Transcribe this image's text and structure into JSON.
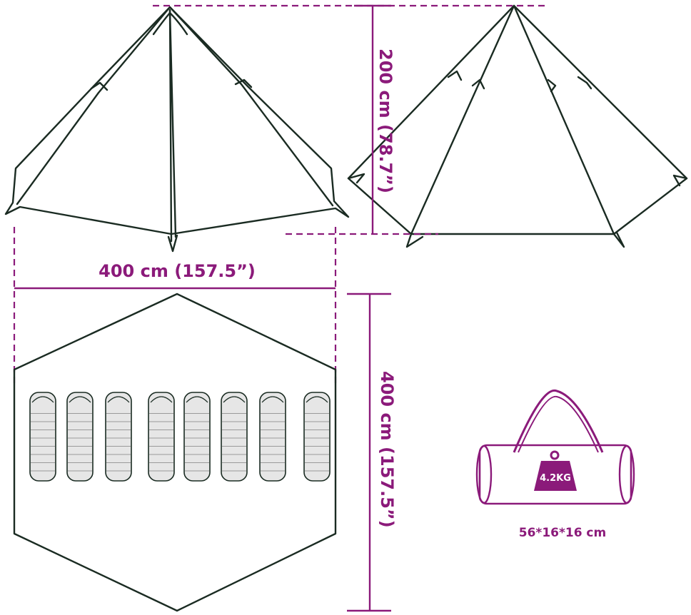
{
  "dimensions": {
    "height_label": "200 cm (78.7”)",
    "width_label": "400 cm (157.5”)",
    "depth_label": "400 cm (157.5”)"
  },
  "bag": {
    "weight_label": "4.2KG",
    "size_label": "56*16*16 cm"
  },
  "floor_plan": {
    "sleeping_bag_count": 8
  },
  "colors": {
    "accent": "#8b1a7a",
    "outline": "#1a2b22",
    "bag_fill": "#e6e6e6"
  }
}
